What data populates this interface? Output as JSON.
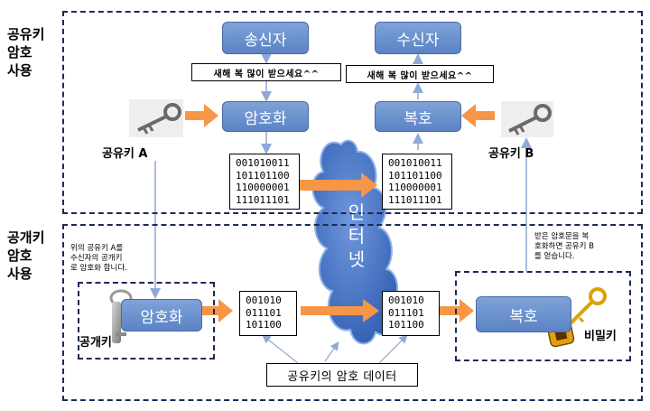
{
  "sections": {
    "top_label": "공유키\n암호\n사용",
    "bottom_label": "공개키\n암호\n사용"
  },
  "top": {
    "sender": "송신자",
    "receiver": "수신자",
    "message_left": "새해 복 많이 받으세요^^",
    "message_right": "새해 복 많이 받으세요^^",
    "encrypt": "암호화",
    "decrypt": "복호",
    "key_a": "공유키 A",
    "key_b": "공유키 B",
    "cipher_left": [
      "001010011",
      "101101100",
      "110000001",
      "111011101"
    ],
    "cipher_right": [
      "001010011",
      "101101100",
      "110000001",
      "111011101"
    ]
  },
  "internet": [
    "인",
    "터",
    "넷"
  ],
  "bottom": {
    "note_left": "위의 공유키 A를\n수신자의 공개키\n로 암호화 합니다.",
    "note_right": "받은 암호문을 복\n호화하면 공유키 B\n를 얻습니다.",
    "encrypt": "암호화",
    "decrypt": "복호",
    "public_key": "공개키",
    "private_key": "비밀키",
    "cipher_left": [
      "001010",
      "011101",
      "101100"
    ],
    "cipher_right": [
      "001010",
      "011101",
      "101100"
    ],
    "caption": "공유키의 암호 데이터"
  },
  "colors": {
    "arrow_orange": "#f79646",
    "box_blue": "#6b8fd0",
    "cloud_blue": "#3f6fc4",
    "border_navy": "#1c2a57",
    "thin_arrow": "#8fa9d6"
  },
  "icons": [
    "key-icon",
    "keyring-icon",
    "golden-key-icon",
    "cloud-icon"
  ]
}
